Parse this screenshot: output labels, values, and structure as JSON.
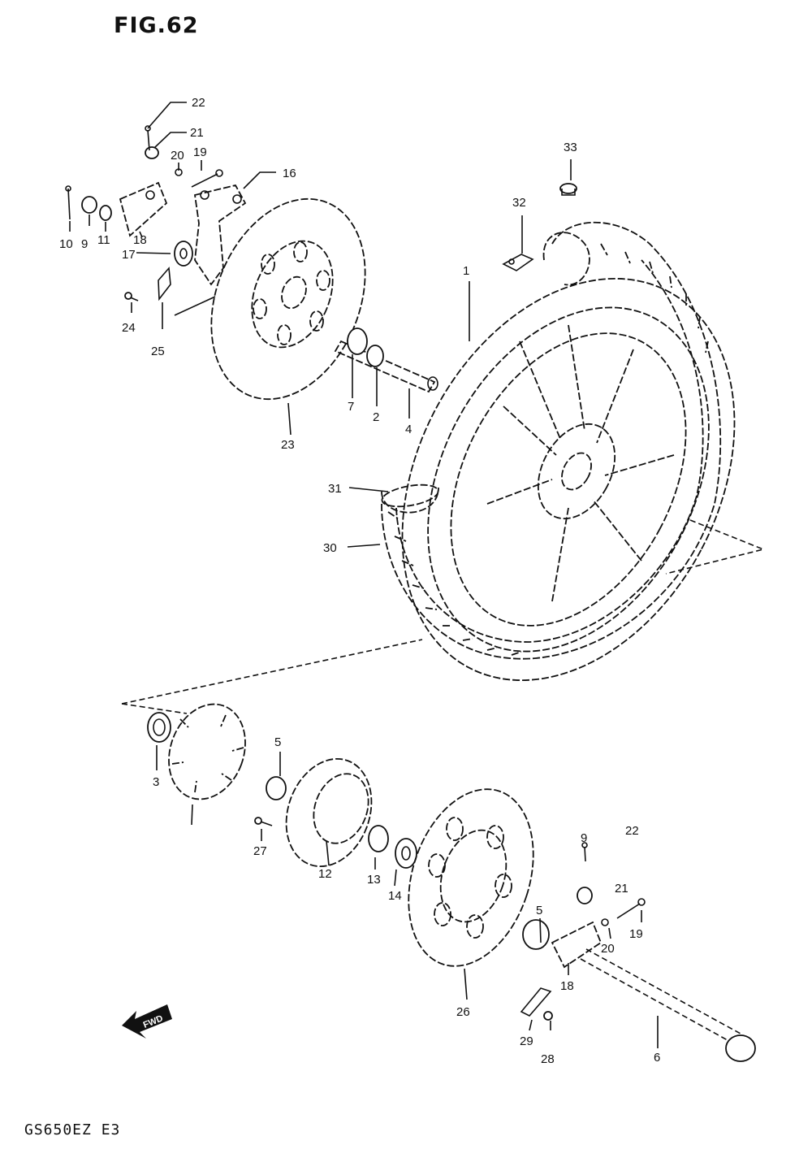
{
  "figure": {
    "title": "FIG.62",
    "footer_code": "GS650EZ E3",
    "fwd_label": "FWD"
  },
  "callouts": {
    "c1": "1",
    "c2": "2",
    "c3": "3",
    "c4": "4",
    "c5a": "5",
    "c5b": "5",
    "c6": "6",
    "c7": "7",
    "c9a": "9",
    "c9b": "9",
    "c10": "10",
    "c11": "11",
    "c12": "12",
    "c13": "13",
    "c14": "14",
    "c16": "16",
    "c17": "17",
    "c18a": "18",
    "c18b": "18",
    "c19a": "19",
    "c19b": "19",
    "c20a": "20",
    "c20b": "20",
    "c21a": "21",
    "c21b": "21",
    "c22a": "22",
    "c22b": "22",
    "c23": "23",
    "c24": "24",
    "c25": "25",
    "c26": "26",
    "c27": "27",
    "c28": "28",
    "c29": "29",
    "c30": "30",
    "c31": "31",
    "c32": "32",
    "c33": "33"
  }
}
